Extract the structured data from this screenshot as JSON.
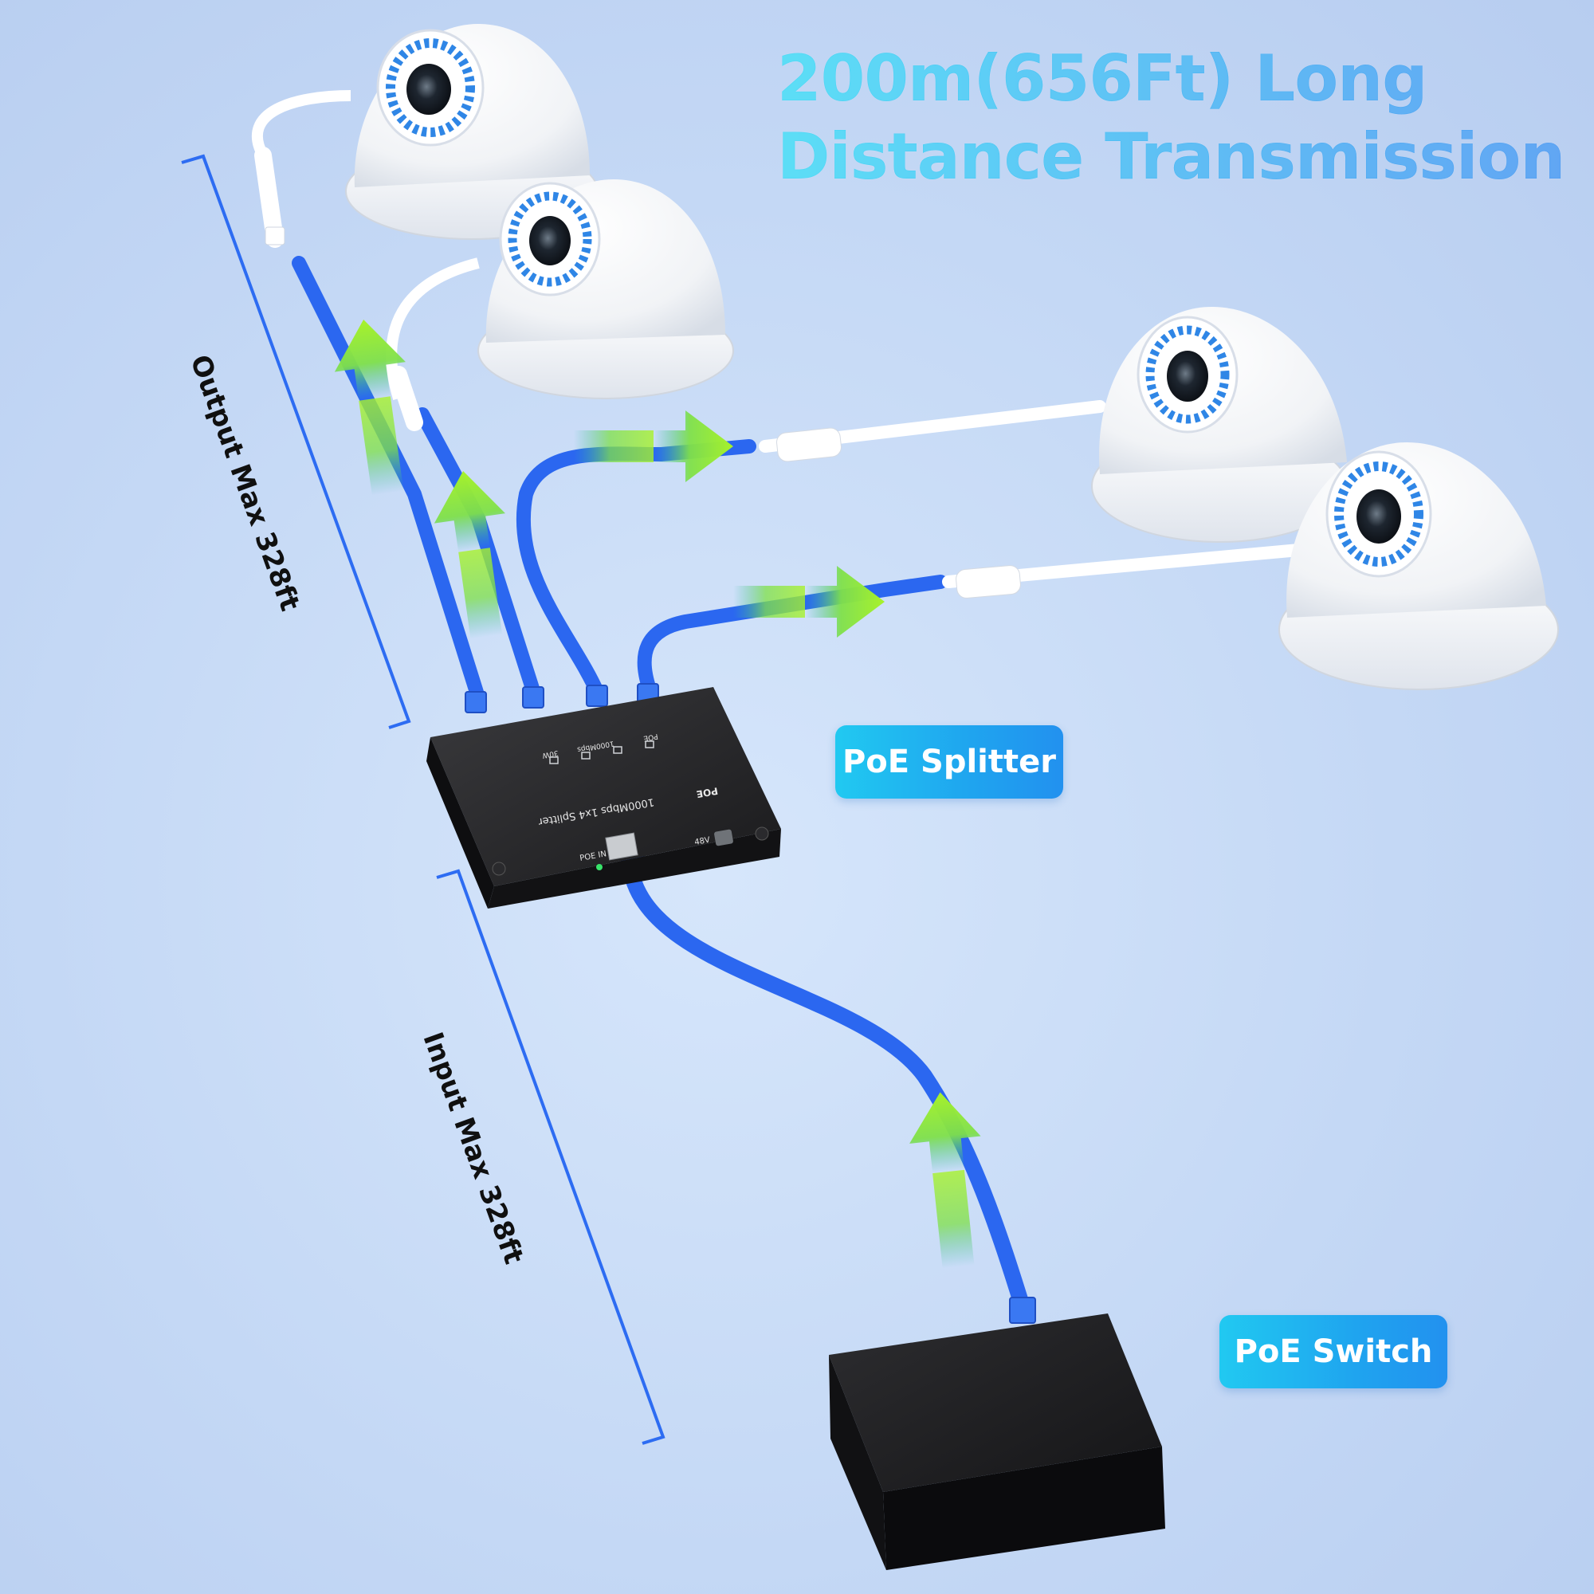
{
  "headline": {
    "line1": "200m(656Ft) Long",
    "line2": "Distance Transmission"
  },
  "labels": {
    "output_range": "Output Max 328ft",
    "input_range": "Input Max 328ft",
    "splitter_callout": "PoE Splitter",
    "switch_callout": "PoE Switch"
  },
  "splitter_device": {
    "model_text": "1000Mbps 1x4 Splitter",
    "brand_badge": "POE",
    "power_in_label": "48V",
    "port_label": "POE IN",
    "indicator_poe": "POE",
    "indicator_speed": "1000Mbps",
    "indicator_power": "30W"
  },
  "colors": {
    "cable": "#2b67f0",
    "arrow_top": "#9bef2a",
    "arrow_bottom": "#2fb6a8",
    "callout": "#1fa4ef",
    "device": "#1b1b1d",
    "bracket": "#2d6cf2"
  }
}
